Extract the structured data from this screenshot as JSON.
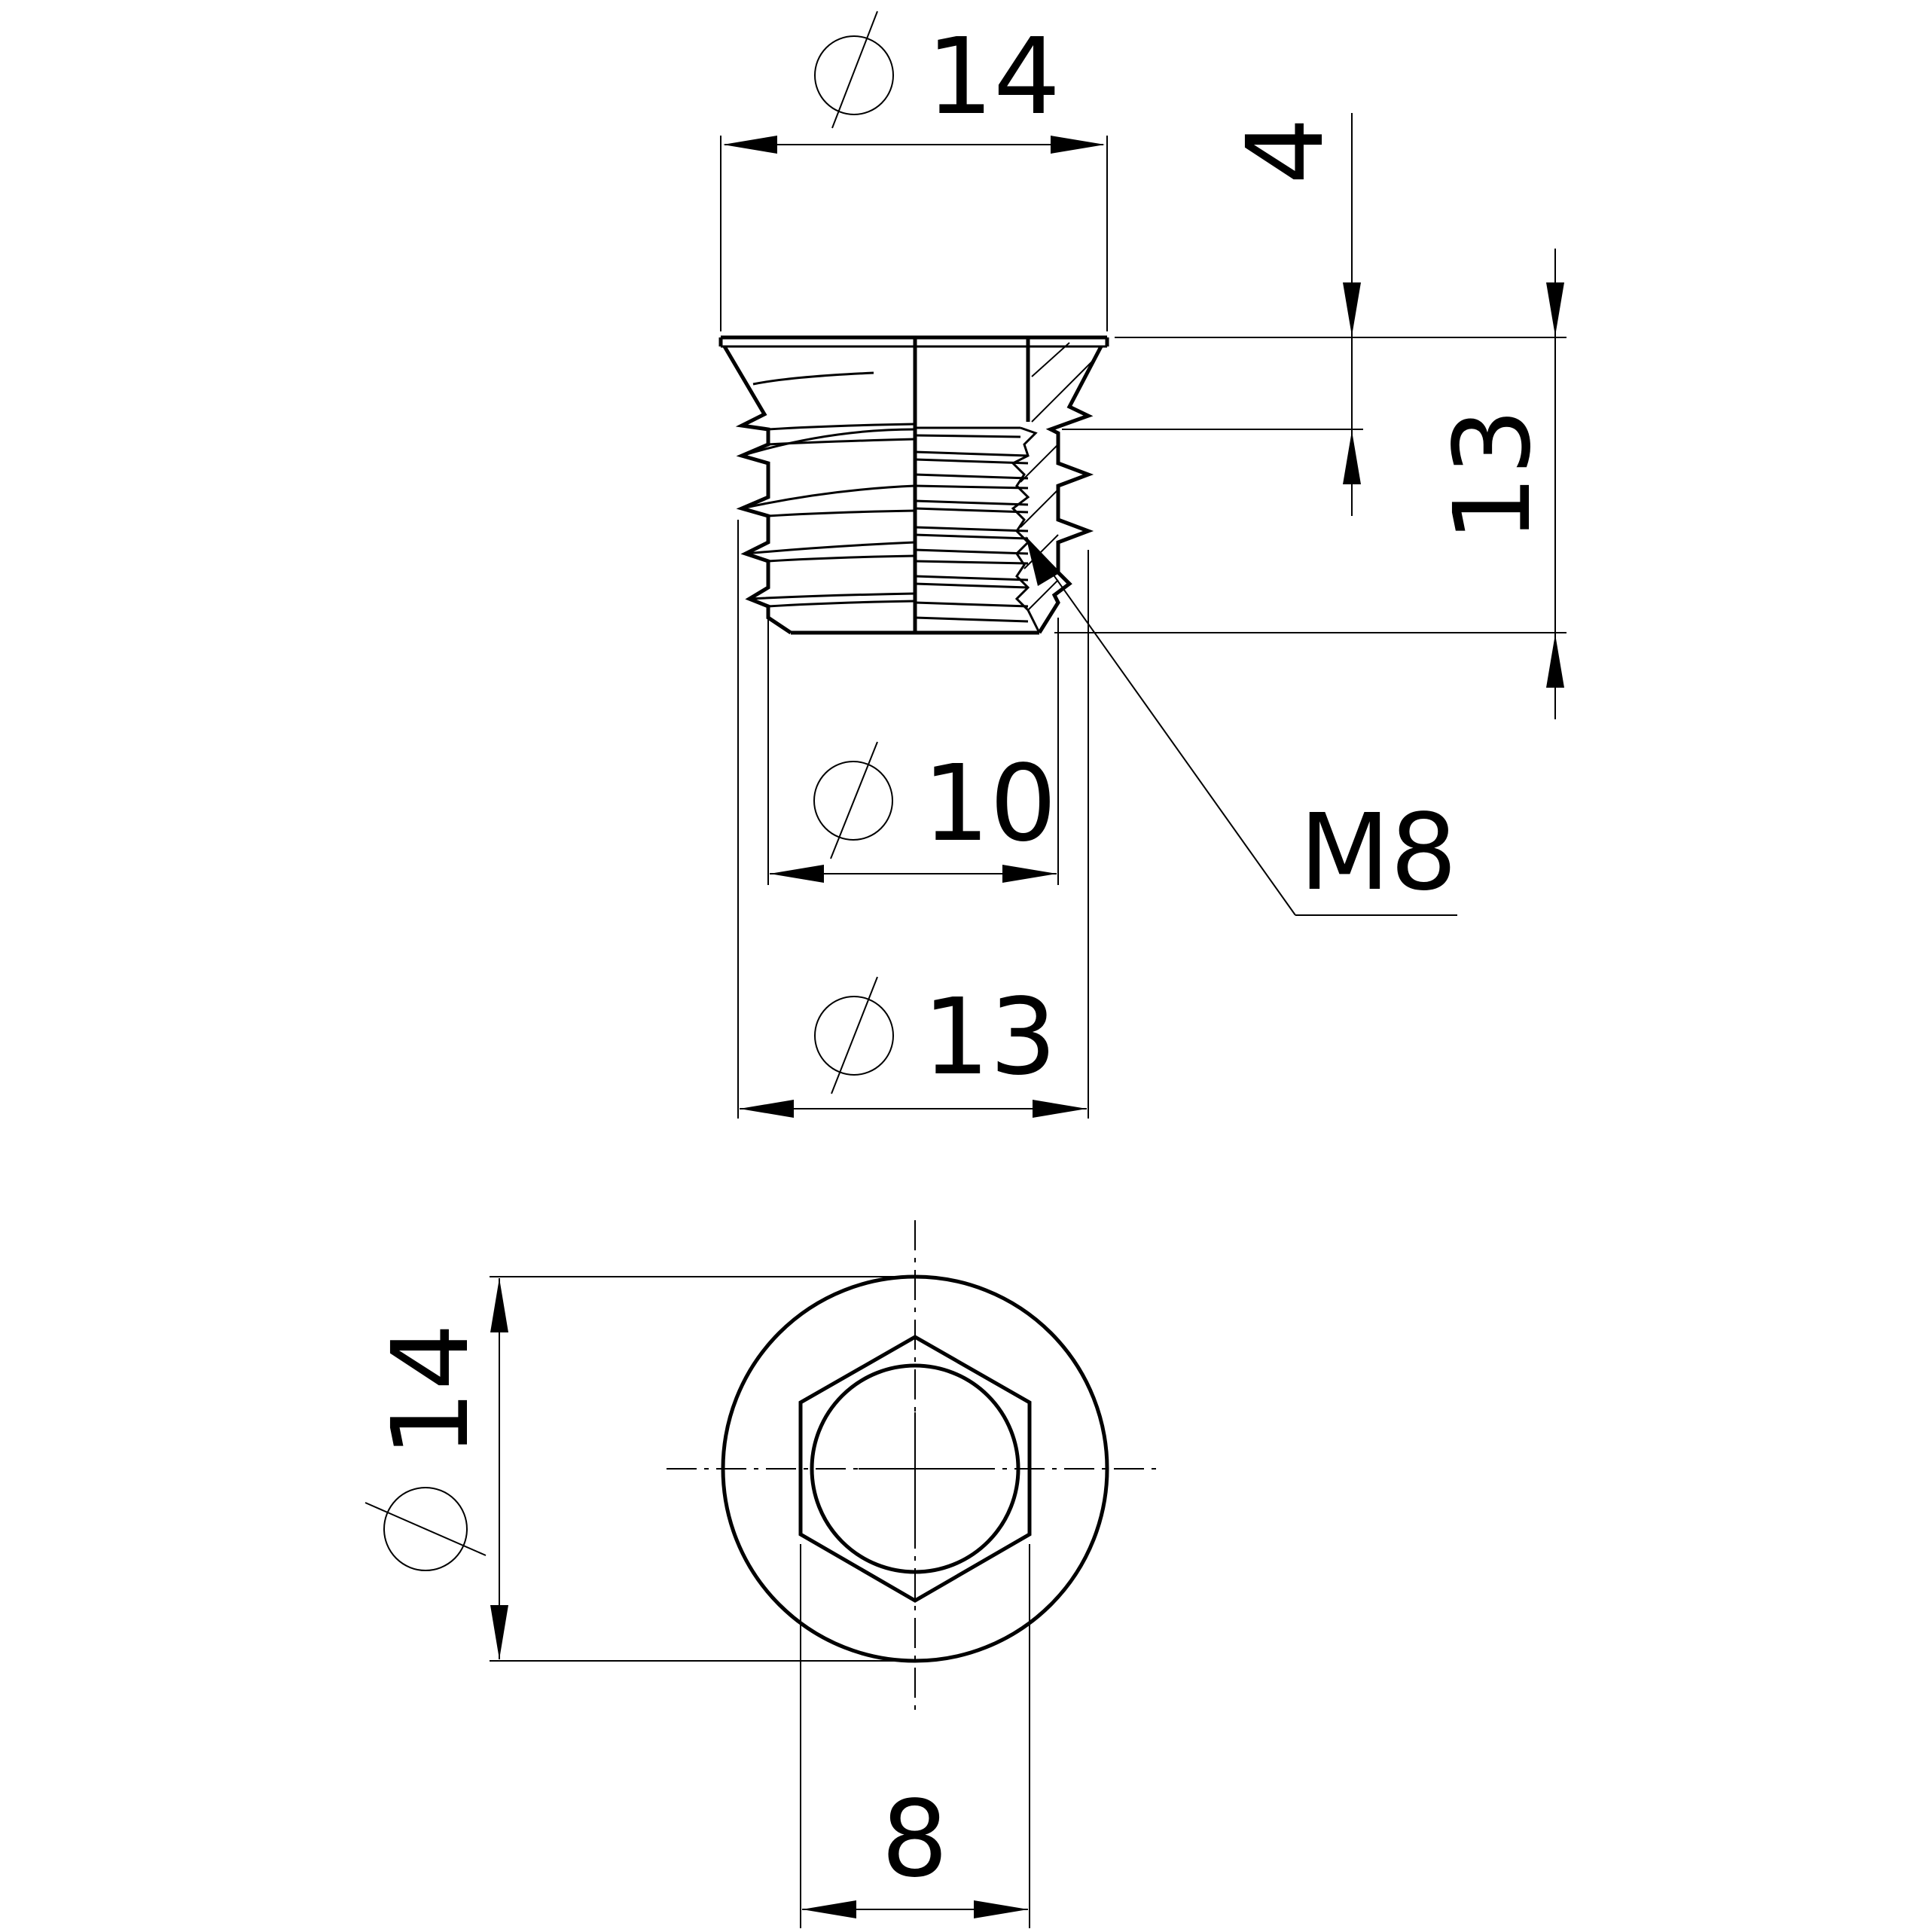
{
  "dimensions": {
    "head_diameter": "14",
    "height_head": "4",
    "total_length": "13",
    "inner_diameter": "10",
    "outer_thread_diameter": "13",
    "thread": "M8",
    "front_diameter": "14",
    "hex_size": "8"
  },
  "symbols": {
    "diameter_symbol": "diameter-symbol-icon"
  },
  "colors": {
    "line": "#000000",
    "background": "#ffffff"
  }
}
